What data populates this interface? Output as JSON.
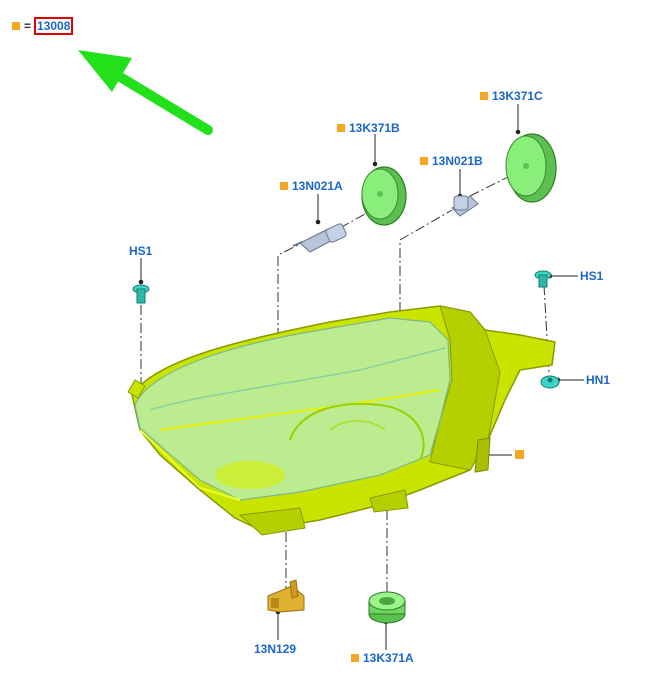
{
  "legend": {
    "equals": "=",
    "code": "13008"
  },
  "callouts": {
    "bulb_left": "13N021A",
    "bulb_right": "13N021B",
    "cap_left": "13K371B",
    "cap_right": "13K371C",
    "cap_bottom": "13K371A",
    "screw_left": "HS1",
    "screw_right": "HS1",
    "nut_right": "HN1",
    "bracket_bottom": "13N129",
    "housing": ""
  },
  "colors": {
    "marker": "#f5a623",
    "label": "#1a66cc",
    "arrow": "#22e01a",
    "highlight": "#e00000",
    "housing": "#c8e400",
    "lens": "#b8eec8",
    "cap": "#7ee870",
    "fastener": "#3cd6c8",
    "bracket": "#e0b030"
  },
  "icons": {
    "pointer": "arrow-icon",
    "marker": "square-marker-icon"
  }
}
